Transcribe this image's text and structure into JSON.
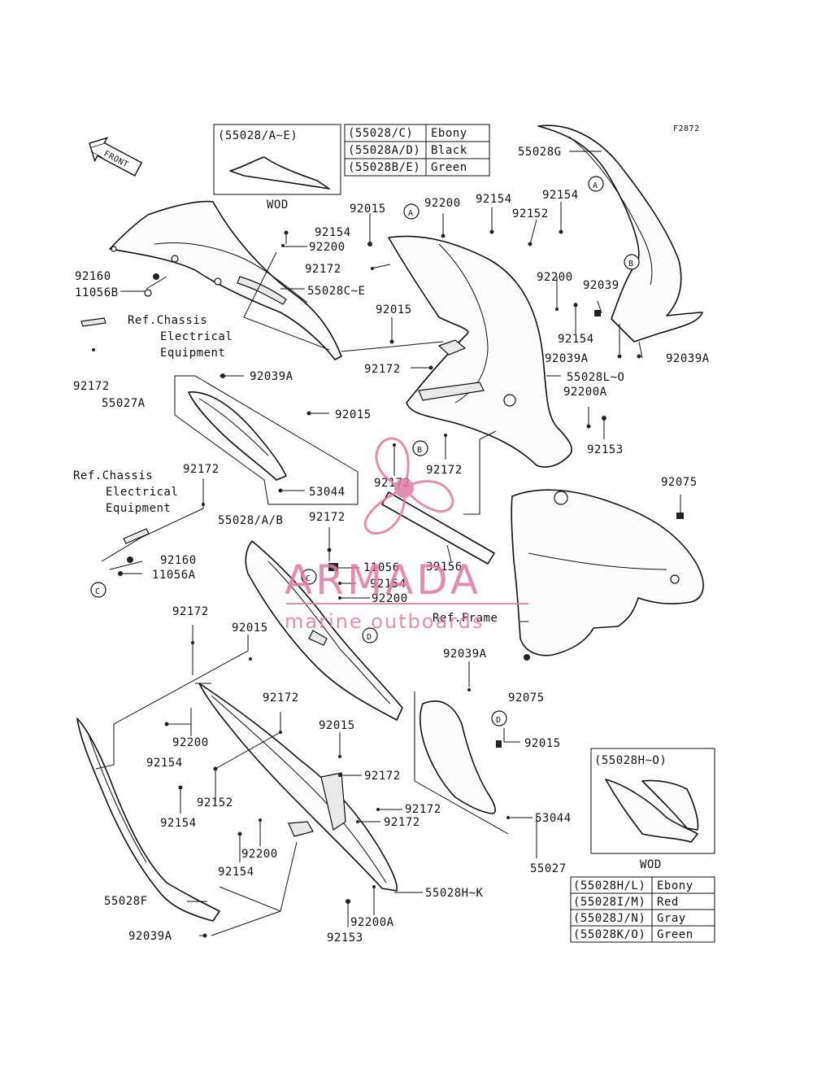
{
  "figure_code": "F2872",
  "front_label": "FRONT",
  "inset_top": {
    "title": "(55028/A~E)",
    "caption": "WOD"
  },
  "inset_right": {
    "title": "(55028H~O)",
    "caption": "WOD"
  },
  "color_table_top": [
    {
      "code": "(55028/C)",
      "color": "Ebony"
    },
    {
      "code": "(55028A/D)",
      "color": "Black"
    },
    {
      "code": "(55028B/E)",
      "color": "Green"
    }
  ],
  "color_table_bottom": [
    {
      "code": "(55028H/L)",
      "color": "Ebony"
    },
    {
      "code": "(55028I/M)",
      "color": "Red"
    },
    {
      "code": "(55028J/N)",
      "color": "Gray"
    },
    {
      "code": "(55028K/O)",
      "color": "Green"
    }
  ],
  "callouts": {
    "A": "A",
    "B": "B",
    "C": "C",
    "D": "D"
  },
  "ref_chassis_1": [
    "Ref.Chassis",
    "Electrical",
    "Equipment"
  ],
  "ref_chassis_2": [
    "Ref.Chassis",
    "Electrical",
    "Equipment"
  ],
  "ref_frame": "Ref.Frame",
  "labels": {
    "p55028G": "55028G",
    "p92015a": "92015",
    "p92200a": "92200",
    "p92154a": "92154",
    "p92154b": "92154",
    "p92152a": "92152",
    "p92154c": "92154",
    "p92200b": "92200",
    "p92172a": "92172",
    "p55028CE": "55028C~E",
    "p92160a": "92160",
    "p11056B": "11056B",
    "p92015b": "92015",
    "p92200c": "92200",
    "p92039a": "92039",
    "p92154d": "92154",
    "p92039Aa": "92039A",
    "p92039Ab": "92039A",
    "p92172b": "92172",
    "p92172c": "92172",
    "p55028LO": "55028L~O",
    "p92200A1": "92200A",
    "p92039Ac": "92039A",
    "p55027A": "55027A",
    "p92015c": "92015",
    "p92153a": "92153",
    "p92172d": "92172",
    "p92172e": "92172",
    "p53044a": "53044",
    "p92075a": "92075",
    "p92172f": "92172",
    "p55028AB": "55028/A/B",
    "p92172g": "92172",
    "p11056": "11056",
    "p92154e": "92154",
    "p92200d": "92200",
    "p39156": "39156",
    "p92160b": "92160",
    "p11056A": "11056A",
    "p92172h": "92172",
    "p92015d": "92015",
    "p92039Ad": "92039A",
    "p92075b": "92075",
    "p92172i": "92172",
    "p92015e": "92015",
    "p92200e": "92200",
    "p92154f": "92154",
    "p92172j": "92172",
    "p92015f": "92015",
    "p92152b": "92152",
    "p92154g": "92154",
    "p92172k": "92172",
    "p92172l": "92172",
    "p53044b": "53044",
    "p92200f": "92200",
    "p92154h": "92154",
    "p55027": "55027",
    "p55028F": "55028F",
    "p55028HK": "55028H~K",
    "p92200A2": "92200A",
    "p92039Ae": "92039A",
    "p92153b": "92153"
  },
  "watermark": {
    "brand": "ARMADA",
    "tagline": "marine outboards",
    "color": "#e07aa6"
  }
}
